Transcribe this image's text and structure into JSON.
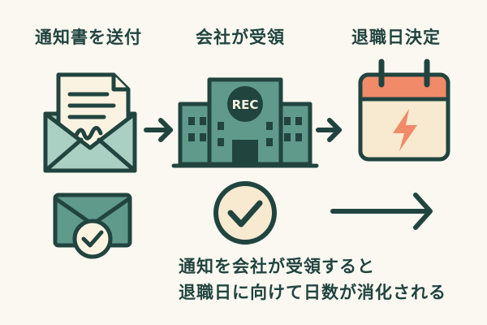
{
  "steps": [
    {
      "title": "通知書を送付",
      "icon": "letter-envelope-icon"
    },
    {
      "title": "会社が受領",
      "icon": "company-building-icon",
      "building_sign": "REC"
    },
    {
      "title": "退職日決定",
      "icon": "calendar-lightning-icon"
    }
  ],
  "caption": {
    "line1": "通知を会社が受領すると",
    "line2": "退職日に向けて日数が消化される"
  },
  "colors": {
    "dark": "#21443f",
    "teal": "#5f9a8b",
    "teal_light": "#a9d0c3",
    "paper": "#fbf3e1",
    "cream": "#f7ead0",
    "accent": "#f08a68",
    "background": "#fbf8f1"
  }
}
